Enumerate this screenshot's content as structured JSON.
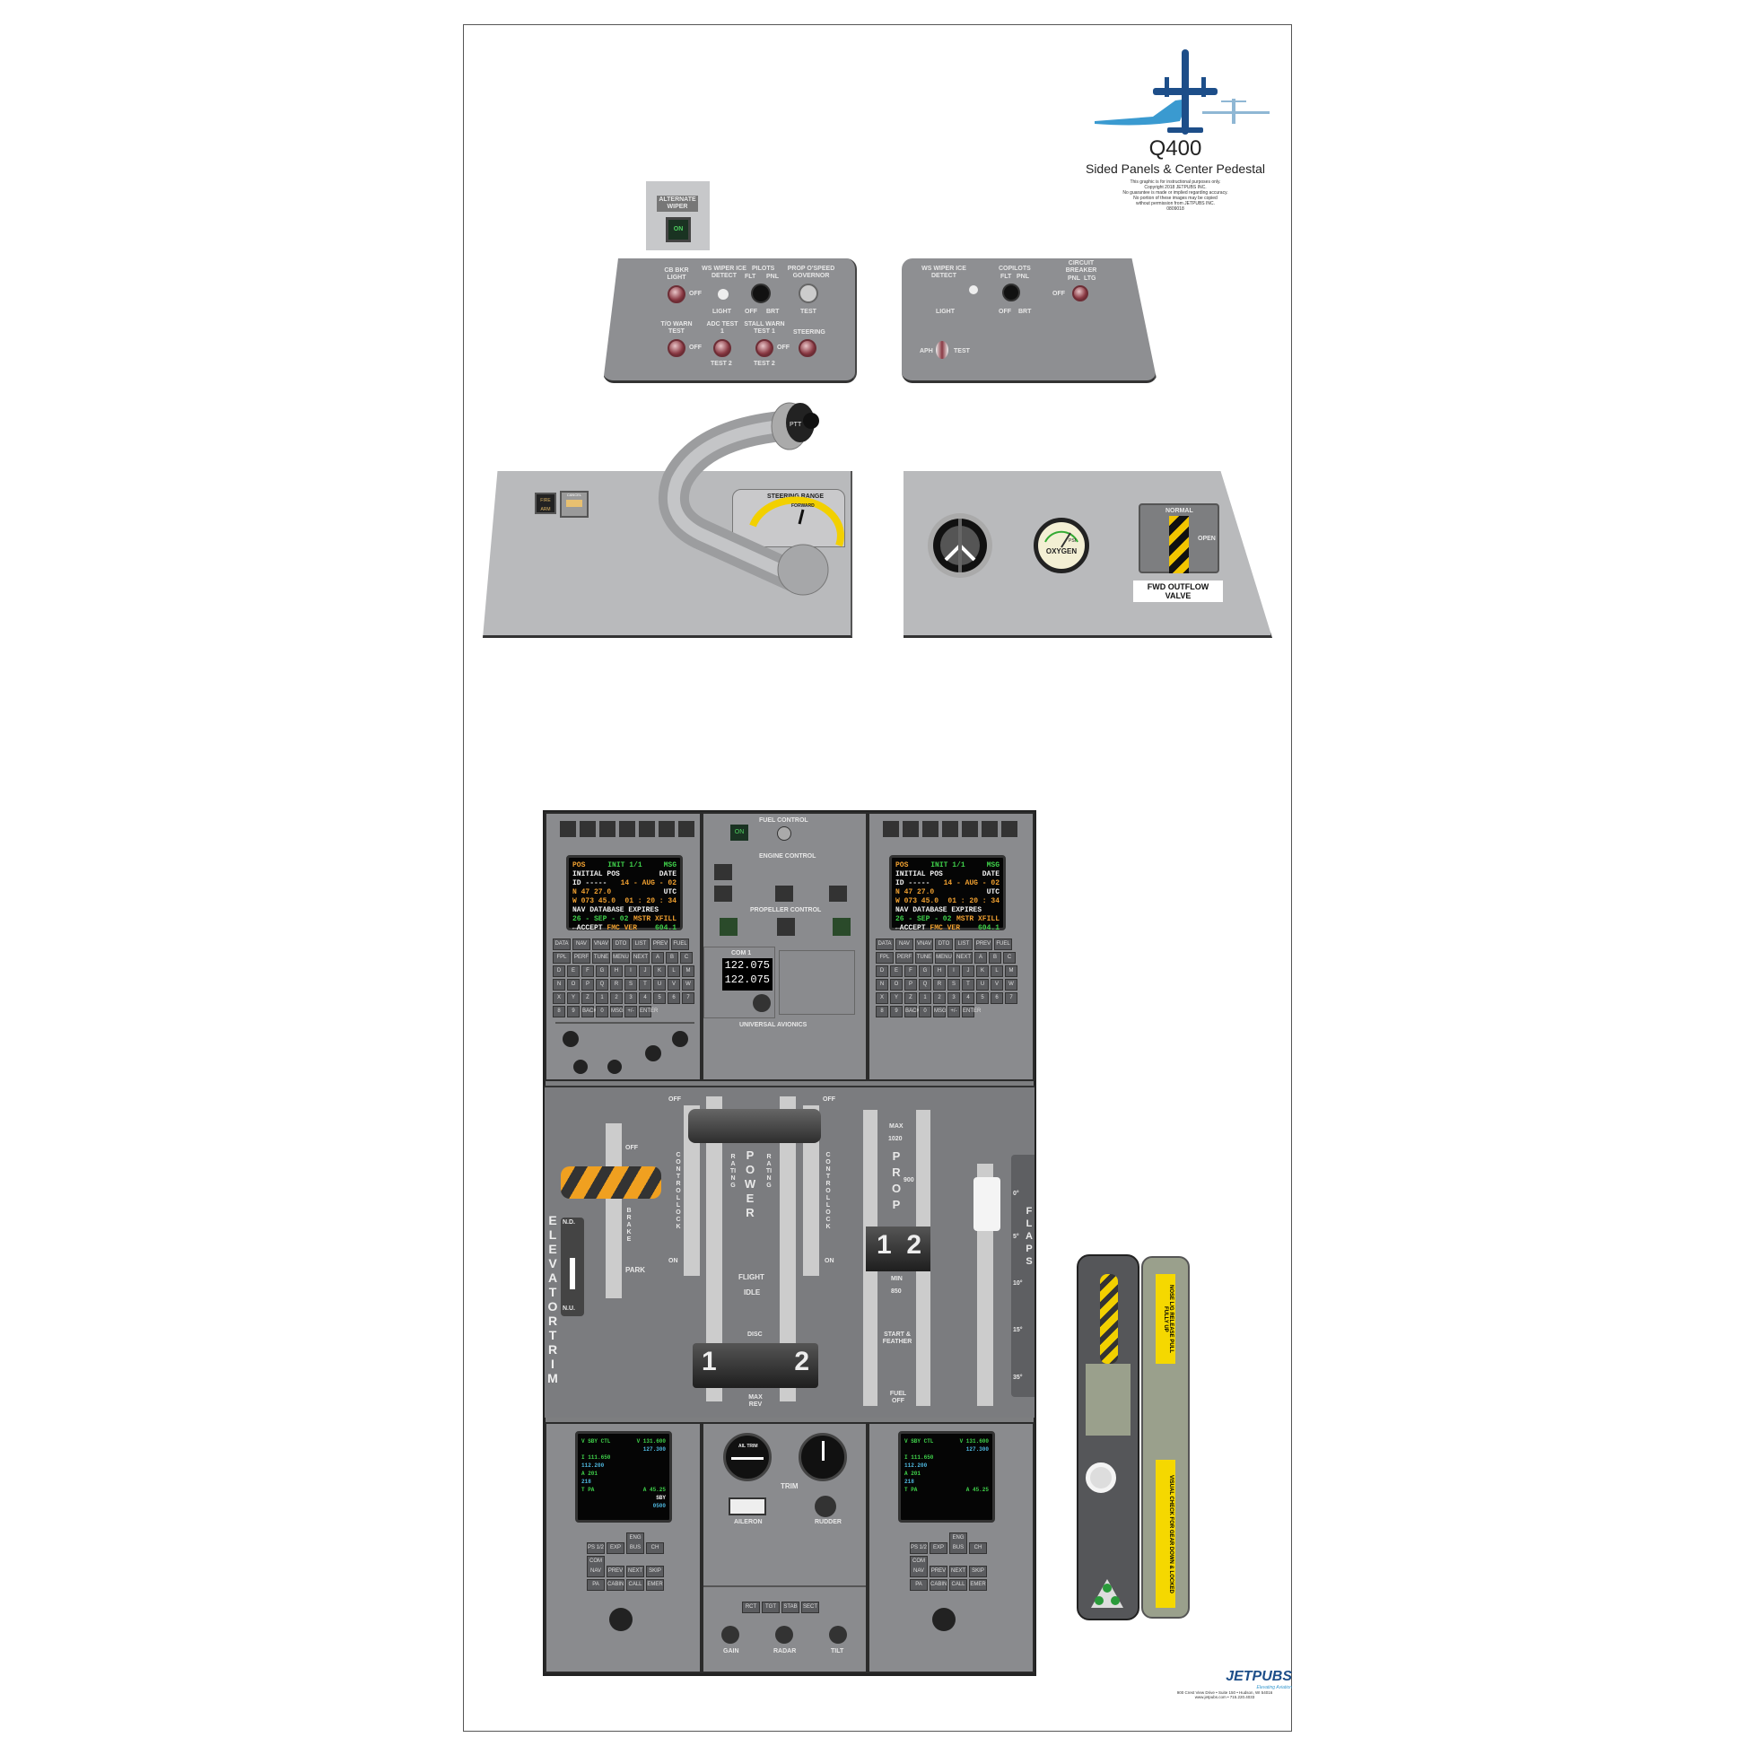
{
  "poster": {
    "title": "Q400",
    "subtitle": "Sided Panels & Center Pedestal",
    "disclaimer": [
      "This graphic is for instructional purposes only.",
      "Copyright 2018 JETPUBS INC.",
      "No guarantee is made or implied regarding accuracy.",
      "No portion of these images may be copied",
      "without permission from JETPUBS INC.",
      "0809018"
    ],
    "colors": {
      "logo_dark": "#1d4e89",
      "logo_light": "#3a9ad0",
      "panel_grey": "#8e8f92",
      "stripe_yellow": "#f2c500"
    }
  },
  "alternate_wiper": {
    "label": "ALTERNATE WIPER",
    "button": "ON"
  },
  "left_side_panel": {
    "labels": [
      "CB BKR LIGHT",
      "OFF",
      "WS WIPER ICE DETECT",
      "LIGHT",
      "PILOTS",
      "FLT",
      "PNL",
      "OFF",
      "BRT",
      "PROP O'SPEED GOVERNOR",
      "TEST",
      "T/O WARN TEST",
      "OFF",
      "ADC TEST 1",
      "TEST 2",
      "STALL WARN TEST 1",
      "TEST 2",
      "OFF",
      "STEERING"
    ]
  },
  "right_side_panel": {
    "labels": [
      "WS WIPER ICE DETECT",
      "LIGHT",
      "COPILOTS",
      "FLT",
      "PNL",
      "OFF",
      "BRT",
      "CIRCUIT BREAKER",
      "PNL",
      "LTG",
      "OFF",
      "APH",
      "TEST"
    ]
  },
  "steering_panel": {
    "range_label": "STEERING RANGE",
    "range_mark": "FORWARD",
    "tiller_label": "PTT",
    "switch_labels": [
      "FIRE ARM",
      "CANCEL"
    ]
  },
  "pressurization_panel": {
    "oxygen_label": "OXYGEN",
    "oxygen_unit": "PSI",
    "valve_top": "NORMAL",
    "valve_right": "OPEN",
    "valve_placard": "FWD OUTFLOW VALVE"
  },
  "pedestal": {
    "fms": {
      "page": "POS",
      "page_title": "INIT 1/1",
      "msg": "MSG",
      "lines": [
        {
          "l": "INITIAL POS",
          "r": "DATE"
        },
        {
          "l": "ID  -----",
          "r": "14 - AUG - 02"
        },
        {
          "l": "N  47  27.0",
          "r": "UTC"
        },
        {
          "l": "W  073  45.0",
          "r": "01 : 20 : 34"
        }
      ],
      "nav_db": "NAV DATABASE EXPIRES",
      "nav_date": "26 - SEP - 02",
      "xfill": "MSTR  XFILL",
      "accept": "←ACCEPT",
      "fmc_ver": "FMC VER",
      "ver": "604.1",
      "keys_row1": [
        "DATA",
        "NAV",
        "VNAV",
        "DTO",
        "LIST",
        "PREV"
      ],
      "keys_row2": [
        "FUEL",
        "FPL",
        "PERF",
        "TUNE",
        "MENU",
        "NEXT"
      ],
      "alpha": [
        "A",
        "B",
        "C",
        "D",
        "E",
        "F",
        "G",
        "H",
        "I",
        "J",
        "K",
        "L",
        "M",
        "N",
        "O",
        "P",
        "Q",
        "R",
        "S",
        "T",
        "U",
        "V",
        "W",
        "X",
        "Y",
        "Z"
      ],
      "num": [
        "1",
        "2",
        "3",
        "4",
        "5",
        "6",
        "7",
        "8",
        "9",
        "BACK",
        "0",
        "MSG",
        "+/-",
        "ENTER"
      ]
    },
    "fuel_control": "FUEL CONTROL",
    "fuel_on": "ON",
    "engine_control": "ENGINE CONTROL",
    "propeller_control": "PROPELLER CONTROL",
    "com_label": "COM 1",
    "com_active": "122.075",
    "com_standby": "122.075",
    "universal": "UNIVERSAL AVIONICS",
    "levers": {
      "elevator_trim": "ELEVATOR TRIM",
      "nd": "N.D.",
      "nu": "N.U.",
      "park_brake": "BRAKE",
      "park": "PARK",
      "off": "OFF",
      "control_lock": "CONTROL LOCK",
      "on": "ON",
      "rating": "RATING",
      "power": "POWER",
      "flight": "FLIGHT",
      "idle": "IDLE",
      "disc": "DISC",
      "max_rev": "MAX REV",
      "max": "MAX",
      "rpm_max": "1020",
      "prop": "PROP",
      "rpm_900": "900",
      "min": "MIN",
      "rpm_min": "850",
      "start_feather": "START & FEATHER",
      "fuel_off": "FUEL OFF",
      "flaps": "FLAPS",
      "flap_settings": [
        "0°",
        "5°",
        "10°",
        "15°",
        "35°"
      ],
      "lever_1": "1",
      "lever_2": "2"
    },
    "arcdu": {
      "cells": [
        "V SBY CTL",
        "V 131.600",
        "127.300",
        "I 111.650",
        "112.200",
        "A 201",
        "218",
        "T PA",
        "A 45.25",
        "SBY",
        "0500"
      ]
    },
    "trim": {
      "label": "TRIM",
      "aileron": "AILERON",
      "rudder": "RUDDER",
      "ail_gauge": "AIL TRIM"
    },
    "wx_buttons": [
      "RCT",
      "TGT",
      "STAB",
      "SECT"
    ],
    "wx_knobs": [
      "GAIN",
      "RADAR",
      "TILT"
    ],
    "arcp_buttons": [
      "PS 1/2",
      "EXP",
      "ENG BUS",
      "CH",
      "COM NAV",
      "PREV",
      "NEXT",
      "SKIP",
      "PA",
      "CABIN",
      "CALL",
      "EMER"
    ]
  },
  "gear_panel": {
    "placard_top": "NOSE L/G RELEASE PULL FULLY UP",
    "placard_bottom": "VISUAL CHECK FOR GEAR DOWN & LOCKED"
  },
  "footer": {
    "brand": "JETPUBS",
    "tagline": "Elevating Aviation",
    "address": "900 Crest View Drive • Suite 150 • Hudson, WI 54016",
    "contact": "www.jetpubs.com • 715.220.4033"
  }
}
